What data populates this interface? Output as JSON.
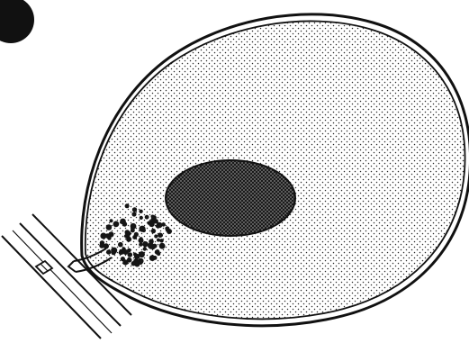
{
  "diagram": {
    "description_free": true,
    "colors": {
      "ink": "#111111",
      "background": "#ffffff",
      "stipple": "#2a2a2a",
      "nucleus": "#1a1a1a",
      "granule": "#151515"
    },
    "components": [
      {
        "name": "cell-body",
        "shape": "ellipse"
      },
      {
        "name": "nucleus",
        "shape": "ellipse"
      },
      {
        "name": "granule-cluster",
        "shape": "dots"
      },
      {
        "name": "connector-neck",
        "shape": "path"
      },
      {
        "name": "tube",
        "shape": "parallel-lines"
      },
      {
        "name": "panel-marker",
        "shape": "filled-circle"
      }
    ]
  }
}
